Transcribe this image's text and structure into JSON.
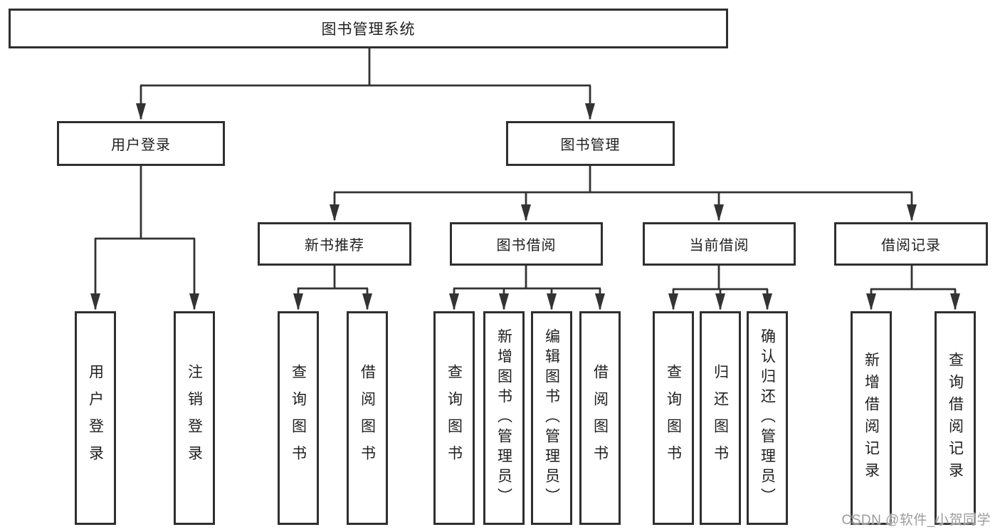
{
  "diagram": {
    "root": {
      "label": "图书管理系统"
    },
    "level2": [
      {
        "label": "用户登录",
        "children": [
          {
            "label": "用户登录"
          },
          {
            "label": "注销登录"
          }
        ]
      },
      {
        "label": "图书管理",
        "children": [
          {
            "label": "新书推荐",
            "children": [
              {
                "label": "查询图书"
              },
              {
                "label": "借阅图书"
              }
            ]
          },
          {
            "label": "图书借阅",
            "children": [
              {
                "label": "查询图书"
              },
              {
                "label": "新增图书（管理员）"
              },
              {
                "label": "编辑图书（管理员）"
              },
              {
                "label": "借阅图书"
              }
            ]
          },
          {
            "label": "当前借阅",
            "children": [
              {
                "label": "查询图书"
              },
              {
                "label": "归还图书"
              },
              {
                "label": "确认归还（管理员）"
              }
            ]
          },
          {
            "label": "借阅记录",
            "children": [
              {
                "label": "新增借阅记录"
              },
              {
                "label": "查询借阅记录"
              }
            ]
          }
        ]
      }
    ]
  },
  "watermark": {
    "text": "CSDN @软件_小贺同学"
  },
  "colors": {
    "line": "#333333",
    "box_border": "#2f2f2f",
    "text": "#1f1f1f",
    "background": "#ffffff",
    "watermark": "#9c9c9c"
  }
}
